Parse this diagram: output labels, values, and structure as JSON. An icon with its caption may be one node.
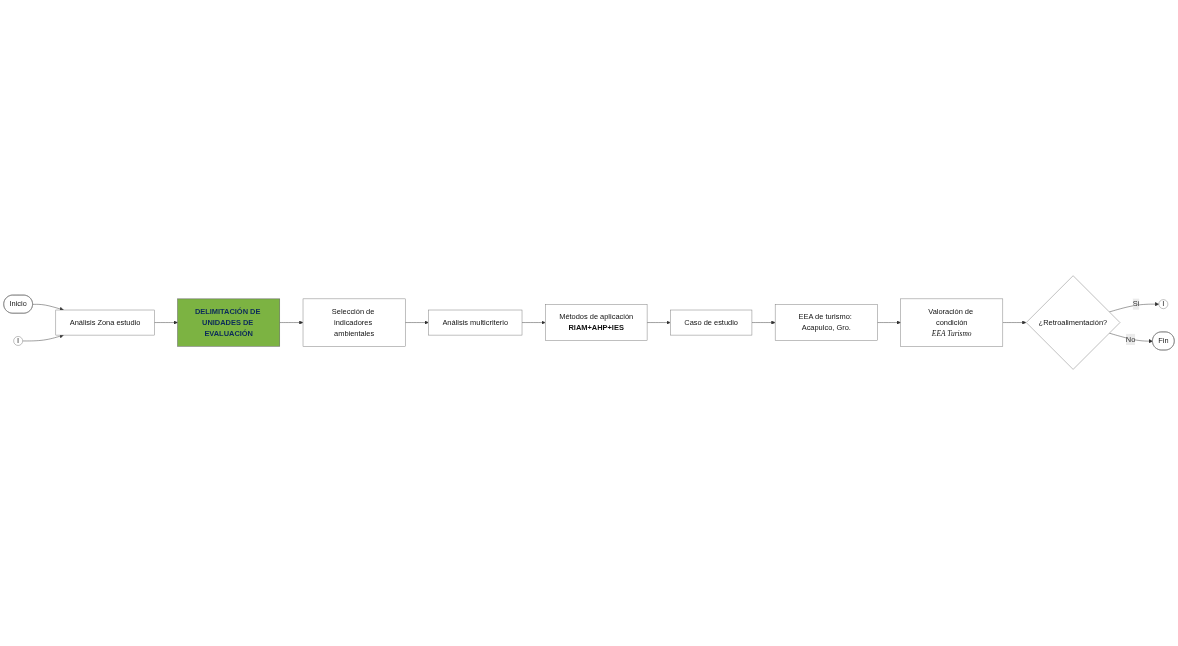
{
  "diagram": {
    "nodes": [
      {
        "text": [
          "Inicio"
        ]
      },
      {
        "text": [
          "Análisis Zona estudio"
        ]
      },
      {
        "text": [
          "I"
        ]
      },
      {
        "text": [
          "DELIMITACIÓN DE UNIDADES DE EVALUACIÓN"
        ]
      },
      {
        "text": [
          "Selección de indicadores ambientales"
        ]
      },
      {
        "text": [
          "Análisis multicriterio"
        ]
      },
      {
        "text": [
          "Métodos de aplicación",
          "RIAM+AHP+IES"
        ]
      },
      {
        "text": [
          "Caso de estudio"
        ]
      },
      {
        "text": [
          "EEA de turismo: Acapulco, Gro."
        ]
      },
      {
        "text": [
          "Valoración de condición",
          "EEA Turismo"
        ]
      },
      {
        "text": [
          "¿Retroalimentación?"
        ]
      },
      {
        "text": [
          "I"
        ]
      },
      {
        "text": [
          "Fin"
        ]
      }
    ],
    "edges": [
      {
        "from": 0,
        "to": 1,
        "arrow": "to"
      },
      {
        "from": 2,
        "to": 1,
        "arrow": "to"
      },
      {
        "from": 1,
        "to": 3,
        "arrow": "to"
      },
      {
        "from": 3,
        "to": 4,
        "arrow": "to"
      },
      {
        "from": 4,
        "to": 5,
        "arrow": "to"
      },
      {
        "from": 5,
        "to": 6,
        "arrow": "to"
      },
      {
        "from": 6,
        "to": 7,
        "arrow": "to"
      },
      {
        "from": 7,
        "to": 8,
        "arrow": "to"
      },
      {
        "from": 8,
        "to": 9,
        "arrow": "to"
      },
      {
        "from": 9,
        "to": 10,
        "arrow": "to"
      },
      {
        "from": 10,
        "to": 11,
        "label": "Si",
        "arrow": "to"
      },
      {
        "from": 10,
        "to": 12,
        "label": "No",
        "arrow": "to"
      }
    ]
  }
}
